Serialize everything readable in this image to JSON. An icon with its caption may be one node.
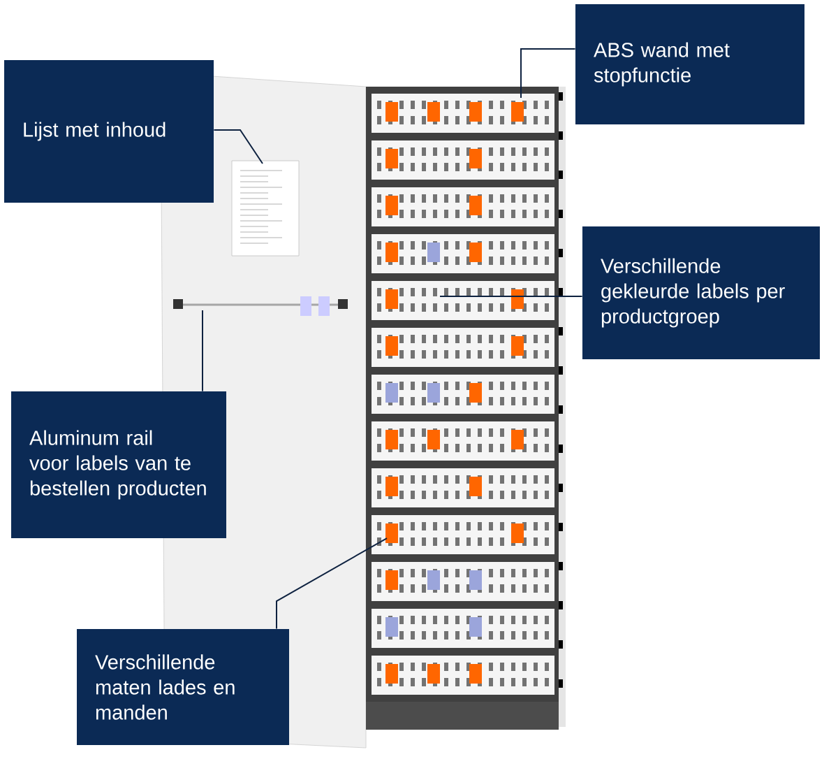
{
  "diagram": {
    "nodes": [
      {
        "text": [
          "Lijst met inhoud"
        ]
      },
      {
        "text": [
          "ABS wand met stopfunctie"
        ]
      },
      {
        "text": [
          "Verschillende gekleurde labels per productgroep"
        ]
      },
      {
        "text": [
          "Aluminum rail voor labels van te bestellen producten"
        ]
      },
      {
        "text": [
          "Verschillende maten lades en manden"
        ]
      }
    ],
    "edges": [
      {
        "from": 0,
        "to": null,
        "arrow": "none"
      },
      {
        "from": 1,
        "to": null,
        "arrow": "none"
      },
      {
        "from": 2,
        "to": null,
        "arrow": "none"
      },
      {
        "from": 3,
        "to": null,
        "arrow": "none"
      },
      {
        "from": 4,
        "to": null,
        "arrow": "none"
      }
    ]
  }
}
